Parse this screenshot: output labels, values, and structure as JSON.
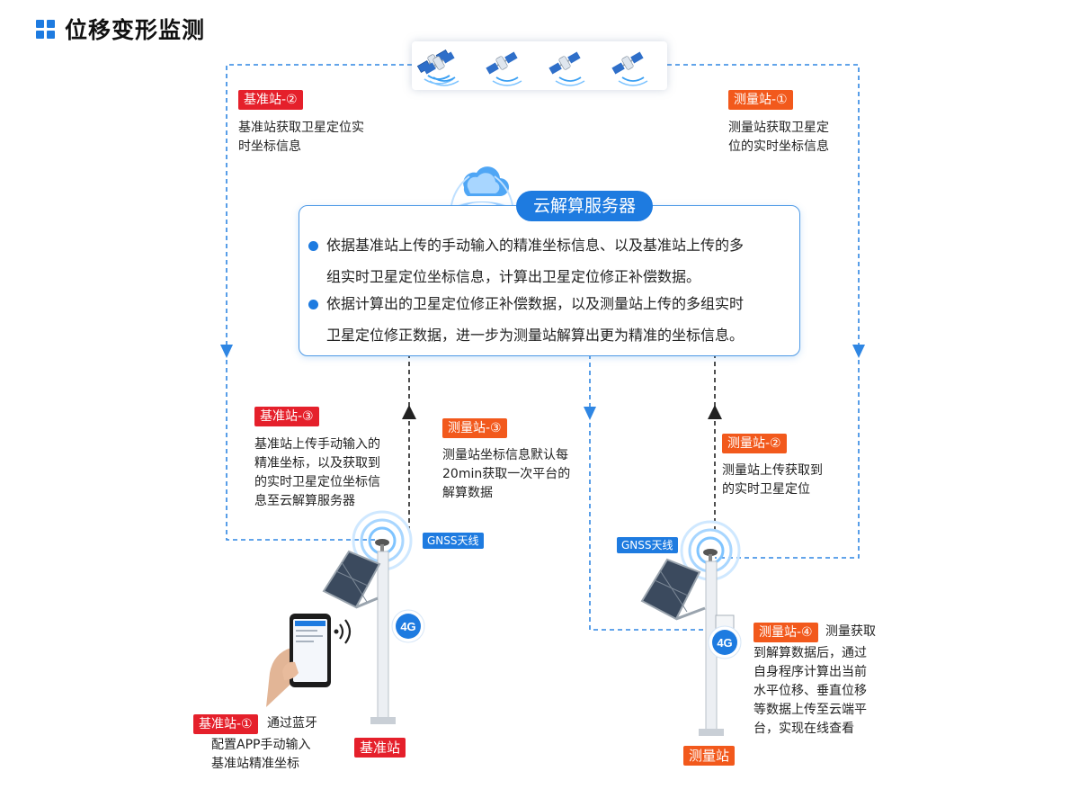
{
  "header": {
    "title": "位移变形监测"
  },
  "cloud": {
    "title": "云解算服务器",
    "lines": [
      "依据基准站上传的手动输入的精准坐标信息、以及基准站上传的多",
      "组实时卫星定位坐标信息，计算出卫星定位修正补偿数据。",
      "依据计算出的卫星定位修正补偿数据，以及测量站上传的多组实时",
      "卫星定位修正数据，进一步为测量站解算出更为精准的坐标信息。"
    ]
  },
  "steps": {
    "base_2": {
      "tag": "基准站-②",
      "text": [
        "基准站获取卫星定位实",
        "时坐标信息"
      ]
    },
    "meas_1": {
      "tag": "测量站-①",
      "text": [
        "测量站获取卫星定",
        "位的实时坐标信息"
      ]
    },
    "base_3": {
      "tag": "基准站-③",
      "text": [
        "基准站上传手动输入的",
        "精准坐标，以及获取到",
        "的实时卫星定位坐标信",
        "息至云解算服务器"
      ]
    },
    "meas_3": {
      "tag": "测量站-③",
      "text": [
        "测量站坐标信息默认每",
        "20min获取一次平台的",
        "解算数据"
      ]
    },
    "meas_2": {
      "tag": "测量站-②",
      "text": [
        "测量站上传获取到",
        "的实时卫星定位"
      ]
    },
    "base_1": {
      "tag": "基准站-①",
      "first": "通过蓝牙",
      "text": [
        "配置APP手动输入",
        "基准站精准坐标"
      ]
    },
    "meas_4": {
      "tag": "测量站-④",
      "first": "测量获取",
      "text": [
        "到解算数据后，通过",
        "自身程序计算出当前",
        "水平位移、垂直位移",
        "等数据上传至云端平",
        "台，实现在线查看"
      ]
    }
  },
  "stations": {
    "base_label": "基准站",
    "meas_label": "测量站",
    "antenna_label": "GNSS天线",
    "signal_label": "4G"
  },
  "colors": {
    "blue": "#1e7be0",
    "red": "#e5202b",
    "orange": "#f2591c",
    "dash": "#2f86e3"
  }
}
